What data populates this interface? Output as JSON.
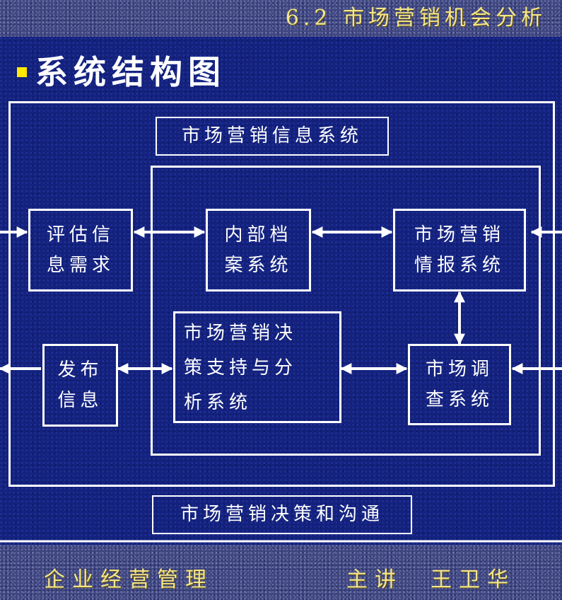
{
  "header": {
    "title": "6.2 市场营销机会分析"
  },
  "heading": {
    "text": "系统结构图"
  },
  "diagram": {
    "outer_label": "市场营销信息系统",
    "bottom_label": "市场营销决策和沟通",
    "nodes": {
      "assess": [
        "评估信",
        "息需求"
      ],
      "publish": [
        "发布",
        "信息"
      ],
      "internal": [
        "内部档",
        "案系统"
      ],
      "intel": [
        "市场营销",
        "情报系统"
      ],
      "dss": [
        "市场营销决",
        "策支持与分",
        "析系统"
      ],
      "research": [
        "市场调",
        "查系统"
      ]
    }
  },
  "footer": {
    "course": "企业经营管理",
    "presenter": "主讲  王卫华"
  },
  "colors": {
    "background": "#14227e",
    "lines": "#ffffff",
    "title_gold": "#f4e68a",
    "bullet": "#ffe900"
  }
}
